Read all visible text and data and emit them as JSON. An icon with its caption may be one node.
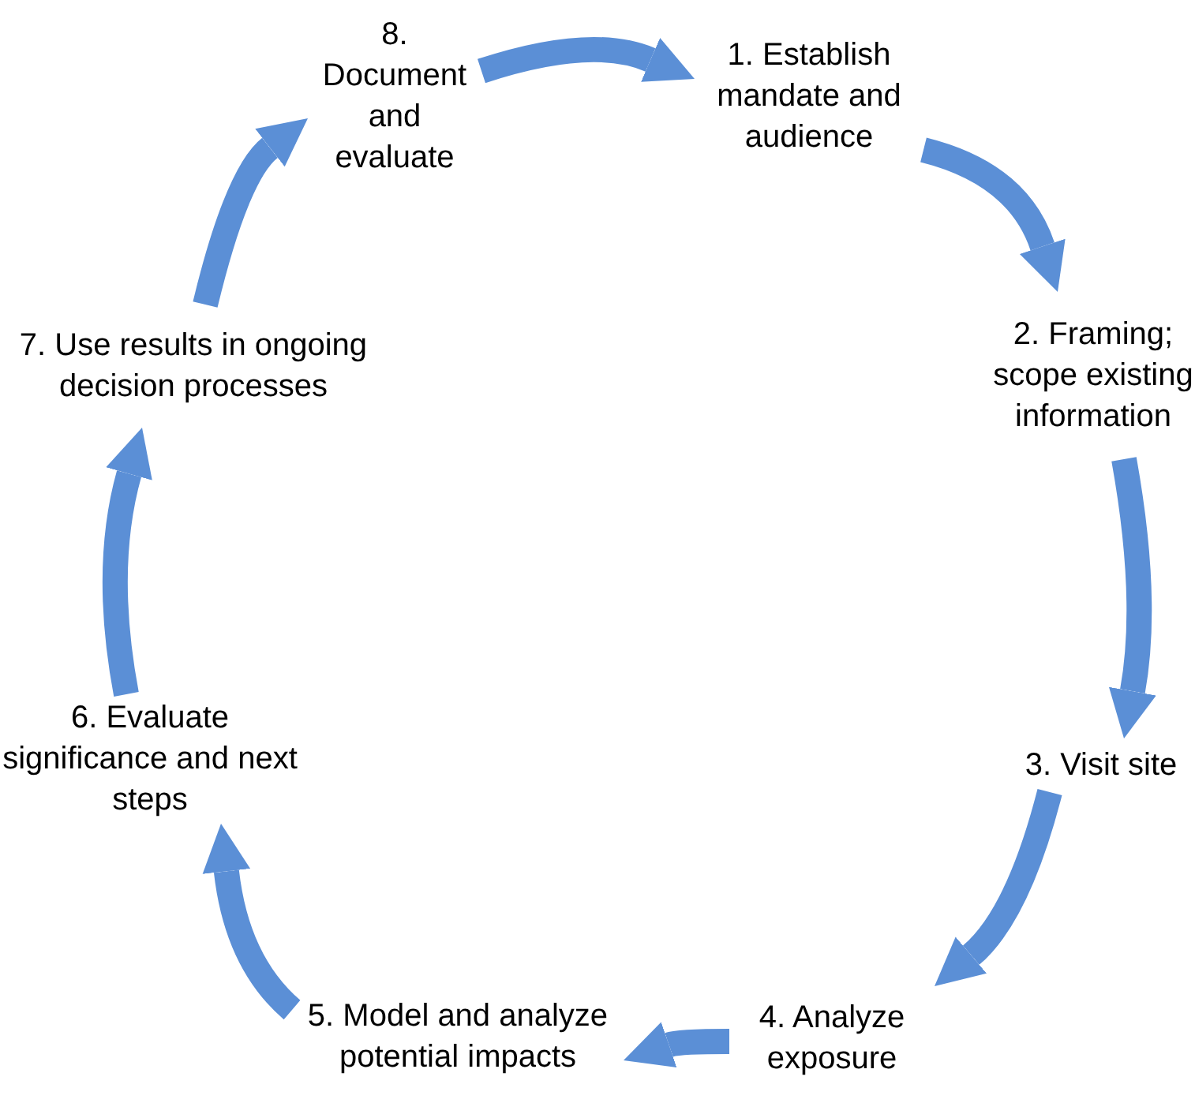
{
  "diagram": {
    "nodes": [
      {
        "text": [
          "1. Establish mandate and audience"
        ]
      },
      {
        "text": [
          "2. Framing; scope existing information"
        ]
      },
      {
        "text": [
          "3. Visit site"
        ]
      },
      {
        "text": [
          "4. Analyze exposure"
        ]
      },
      {
        "text": [
          "5. Model and analyze potential impacts"
        ]
      },
      {
        "text": [
          "6. Evaluate significance and next steps"
        ]
      },
      {
        "text": [
          "7. Use results in ongoing decision processes"
        ]
      },
      {
        "text": [
          "8. Document and evaluate"
        ]
      }
    ],
    "edges": [
      {
        "from": 7,
        "to": 0,
        "arrow": "to"
      },
      {
        "from": 0,
        "to": 1,
        "arrow": "to"
      },
      {
        "from": 1,
        "to": 2,
        "arrow": "to"
      },
      {
        "from": 2,
        "to": 3,
        "arrow": "to"
      },
      {
        "from": 3,
        "to": 4,
        "arrow": "to"
      },
      {
        "from": 4,
        "to": 5,
        "arrow": "to"
      },
      {
        "from": 5,
        "to": 6,
        "arrow": "to"
      },
      {
        "from": 6,
        "to": 7,
        "arrow": "to"
      }
    ]
  }
}
